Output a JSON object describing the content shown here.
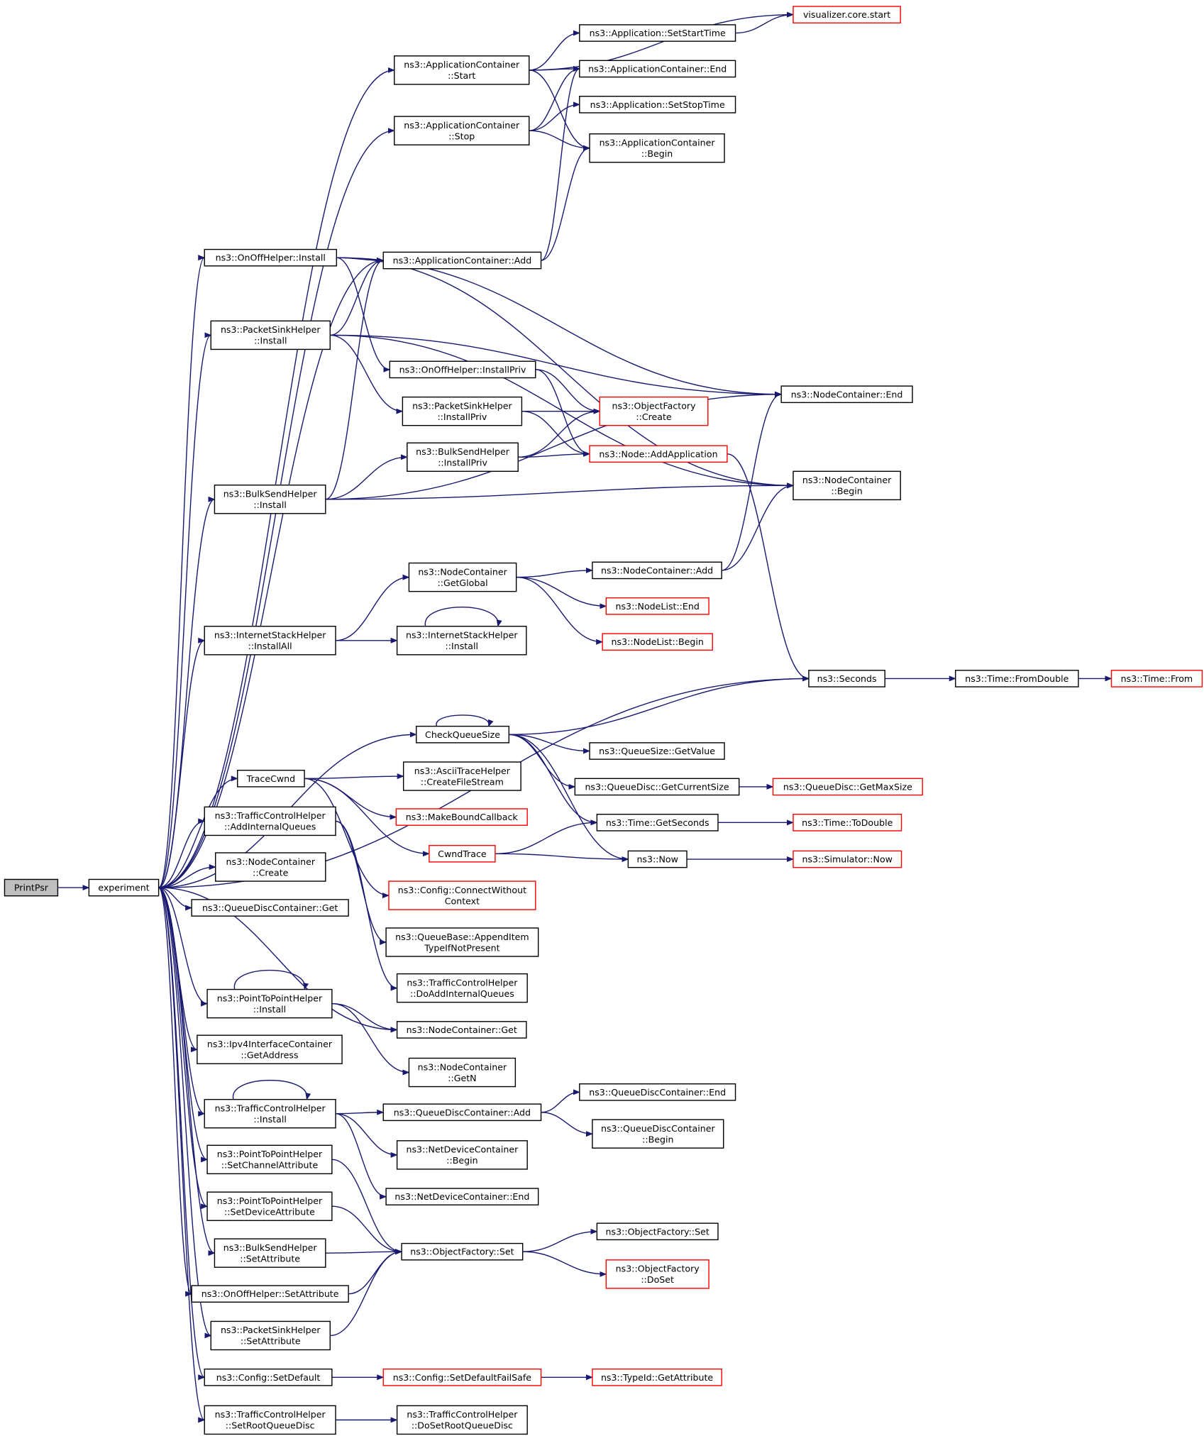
{
  "colors": {
    "edge": "#191970",
    "black_border": "#000000",
    "red_border": "#ff0000",
    "focus_fill": "#bfbfbf",
    "node_fill": "#ffffff"
  },
  "diagram": {
    "nodes": [
      {
        "id": "printpsr",
        "lines": [
          "PrintPsr"
        ],
        "style": "focus"
      },
      {
        "id": "experiment",
        "lines": [
          "experiment"
        ],
        "style": "black"
      },
      {
        "id": "visualizer",
        "lines": [
          "visualizer.core.start"
        ],
        "style": "red"
      },
      {
        "id": "app_setstart",
        "lines": [
          "ns3::Application::SetStartTime"
        ],
        "style": "black"
      },
      {
        "id": "appc_start",
        "lines": [
          "ns3::ApplicationContainer",
          "::Start"
        ],
        "style": "black"
      },
      {
        "id": "appc_end",
        "lines": [
          "ns3::ApplicationContainer::End"
        ],
        "style": "black"
      },
      {
        "id": "app_setstop",
        "lines": [
          "ns3::Application::SetStopTime"
        ],
        "style": "black"
      },
      {
        "id": "appc_stop",
        "lines": [
          "ns3::ApplicationContainer",
          "::Stop"
        ],
        "style": "black"
      },
      {
        "id": "appc_begin",
        "lines": [
          "ns3::ApplicationContainer",
          "::Begin"
        ],
        "style": "black"
      },
      {
        "id": "onoff_install",
        "lines": [
          "ns3::OnOffHelper::Install"
        ],
        "style": "black"
      },
      {
        "id": "appc_add",
        "lines": [
          "ns3::ApplicationContainer::Add"
        ],
        "style": "black"
      },
      {
        "id": "psink_install",
        "lines": [
          "ns3::PacketSinkHelper",
          "::Install"
        ],
        "style": "black"
      },
      {
        "id": "onoff_installpriv",
        "lines": [
          "ns3::OnOffHelper::InstallPriv"
        ],
        "style": "black"
      },
      {
        "id": "nc_end",
        "lines": [
          "ns3::NodeContainer::End"
        ],
        "style": "black"
      },
      {
        "id": "psink_installpriv",
        "lines": [
          "ns3::PacketSinkHelper",
          "::InstallPriv"
        ],
        "style": "black"
      },
      {
        "id": "objfac_create",
        "lines": [
          "ns3::ObjectFactory",
          "::Create"
        ],
        "style": "red"
      },
      {
        "id": "bulk_installpriv",
        "lines": [
          "ns3::BulkSendHelper",
          "::InstallPriv"
        ],
        "style": "black"
      },
      {
        "id": "node_addapp",
        "lines": [
          "ns3::Node::AddApplication"
        ],
        "style": "red"
      },
      {
        "id": "nc_begin",
        "lines": [
          "ns3::NodeContainer",
          "::Begin"
        ],
        "style": "black"
      },
      {
        "id": "bulk_install",
        "lines": [
          "ns3::BulkSendHelper",
          "::Install"
        ],
        "style": "black"
      },
      {
        "id": "nc_getglobal",
        "lines": [
          "ns3::NodeContainer",
          "::GetGlobal"
        ],
        "style": "black"
      },
      {
        "id": "nc_add",
        "lines": [
          "ns3::NodeContainer::Add"
        ],
        "style": "black"
      },
      {
        "id": "nodelist_end",
        "lines": [
          "ns3::NodeList::End"
        ],
        "style": "red"
      },
      {
        "id": "ish_installall",
        "lines": [
          "ns3::InternetStackHelper",
          "::InstallAll"
        ],
        "style": "black"
      },
      {
        "id": "ish_install",
        "lines": [
          "ns3::InternetStackHelper",
          "::Install"
        ],
        "style": "black"
      },
      {
        "id": "nodelist_begin",
        "lines": [
          "ns3::NodeList::Begin"
        ],
        "style": "red"
      },
      {
        "id": "seconds",
        "lines": [
          "ns3::Seconds"
        ],
        "style": "black"
      },
      {
        "id": "time_fromdouble",
        "lines": [
          "ns3::Time::FromDouble"
        ],
        "style": "black"
      },
      {
        "id": "time_from",
        "lines": [
          "ns3::Time::From"
        ],
        "style": "red"
      },
      {
        "id": "checkqueuesize",
        "lines": [
          "CheckQueueSize"
        ],
        "style": "black"
      },
      {
        "id": "qs_getvalue",
        "lines": [
          "ns3::QueueSize::GetValue"
        ],
        "style": "black"
      },
      {
        "id": "tracecwnd",
        "lines": [
          "TraceCwnd"
        ],
        "style": "black"
      },
      {
        "id": "ascii_create",
        "lines": [
          "ns3::AsciiTraceHelper",
          "::CreateFileStream"
        ],
        "style": "black"
      },
      {
        "id": "qd_getcurrent",
        "lines": [
          "ns3::QueueDisc::GetCurrentSize"
        ],
        "style": "black"
      },
      {
        "id": "qd_getmax",
        "lines": [
          "ns3::QueueDisc::GetMaxSize"
        ],
        "style": "red"
      },
      {
        "id": "tch_addinternal",
        "lines": [
          "ns3::TrafficControlHelper",
          "::AddInternalQueues"
        ],
        "style": "black"
      },
      {
        "id": "makebound",
        "lines": [
          "ns3::MakeBoundCallback"
        ],
        "style": "red"
      },
      {
        "id": "time_getseconds",
        "lines": [
          "ns3::Time::GetSeconds"
        ],
        "style": "black"
      },
      {
        "id": "time_todouble",
        "lines": [
          "ns3::Time::ToDouble"
        ],
        "style": "red"
      },
      {
        "id": "cwndtrace",
        "lines": [
          "CwndTrace"
        ],
        "style": "red"
      },
      {
        "id": "nc_create",
        "lines": [
          "ns3::NodeContainer",
          "::Create"
        ],
        "style": "black"
      },
      {
        "id": "now",
        "lines": [
          "ns3::Now"
        ],
        "style": "black"
      },
      {
        "id": "sim_now",
        "lines": [
          "ns3::Simulator::Now"
        ],
        "style": "red"
      },
      {
        "id": "qdc_get",
        "lines": [
          "ns3::QueueDiscContainer::Get"
        ],
        "style": "black"
      },
      {
        "id": "config_connect",
        "lines": [
          "ns3::Config::ConnectWithout",
          "Context"
        ],
        "style": "red"
      },
      {
        "id": "qb_append",
        "lines": [
          "ns3::QueueBase::AppendItem",
          "TypeIfNotPresent"
        ],
        "style": "black"
      },
      {
        "id": "tch_doadd",
        "lines": [
          "ns3::TrafficControlHelper",
          "::DoAddInternalQueues"
        ],
        "style": "black"
      },
      {
        "id": "p2p_install",
        "lines": [
          "ns3::PointToPointHelper",
          "::Install"
        ],
        "style": "black"
      },
      {
        "id": "nc_get",
        "lines": [
          "ns3::NodeContainer::Get"
        ],
        "style": "black"
      },
      {
        "id": "ipv4_getaddr",
        "lines": [
          "ns3::Ipv4InterfaceContainer",
          "::GetAddress"
        ],
        "style": "black"
      },
      {
        "id": "nc_getn",
        "lines": [
          "ns3::NodeContainer",
          "::GetN"
        ],
        "style": "black"
      },
      {
        "id": "qdc_end",
        "lines": [
          "ns3::QueueDiscContainer::End"
        ],
        "style": "black"
      },
      {
        "id": "tch_install",
        "lines": [
          "ns3::TrafficControlHelper",
          "::Install"
        ],
        "style": "black"
      },
      {
        "id": "qdc_add",
        "lines": [
          "ns3::QueueDiscContainer::Add"
        ],
        "style": "black"
      },
      {
        "id": "qdc_begin",
        "lines": [
          "ns3::QueueDiscContainer",
          "::Begin"
        ],
        "style": "black"
      },
      {
        "id": "ndc_begin",
        "lines": [
          "ns3::NetDeviceContainer",
          "::Begin"
        ],
        "style": "black"
      },
      {
        "id": "p2p_setchan",
        "lines": [
          "ns3::PointToPointHelper",
          "::SetChannelAttribute"
        ],
        "style": "black"
      },
      {
        "id": "ndc_end",
        "lines": [
          "ns3::NetDeviceContainer::End"
        ],
        "style": "black"
      },
      {
        "id": "p2p_setdev",
        "lines": [
          "ns3::PointToPointHelper",
          "::SetDeviceAttribute"
        ],
        "style": "black"
      },
      {
        "id": "objfac_set",
        "lines": [
          "ns3::ObjectFactory::Set"
        ],
        "style": "black"
      },
      {
        "id": "objfac_set2",
        "lines": [
          "ns3::ObjectFactory::Set"
        ],
        "style": "black"
      },
      {
        "id": "bulk_setattr",
        "lines": [
          "ns3::BulkSendHelper",
          "::SetAttribute"
        ],
        "style": "black"
      },
      {
        "id": "objfac_doset",
        "lines": [
          "ns3::ObjectFactory",
          "::DoSet"
        ],
        "style": "red"
      },
      {
        "id": "onoff_setattr",
        "lines": [
          "ns3::OnOffHelper::SetAttribute"
        ],
        "style": "black"
      },
      {
        "id": "psink_setattr",
        "lines": [
          "ns3::PacketSinkHelper",
          "::SetAttribute"
        ],
        "style": "black"
      },
      {
        "id": "config_setdefault",
        "lines": [
          "ns3::Config::SetDefault"
        ],
        "style": "black"
      },
      {
        "id": "config_setdefaultfs",
        "lines": [
          "ns3::Config::SetDefaultFailSafe"
        ],
        "style": "red"
      },
      {
        "id": "typeid_getattr",
        "lines": [
          "ns3::TypeId::GetAttribute"
        ],
        "style": "red"
      },
      {
        "id": "tch_setroot",
        "lines": [
          "ns3::TrafficControlHelper",
          "::SetRootQueueDisc"
        ],
        "style": "black"
      },
      {
        "id": "tch_dosetroot",
        "lines": [
          "ns3::TrafficControlHelper",
          "::DoSetRootQueueDisc"
        ],
        "style": "black"
      }
    ],
    "edges": [
      [
        "printpsr",
        "experiment"
      ],
      [
        "experiment",
        "appc_start"
      ],
      [
        "experiment",
        "appc_stop"
      ],
      [
        "experiment",
        "onoff_install"
      ],
      [
        "experiment",
        "appc_add"
      ],
      [
        "experiment",
        "psink_install"
      ],
      [
        "experiment",
        "bulk_install"
      ],
      [
        "experiment",
        "ish_installall"
      ],
      [
        "experiment",
        "seconds"
      ],
      [
        "experiment",
        "checkqueuesize"
      ],
      [
        "experiment",
        "tracecwnd"
      ],
      [
        "experiment",
        "tch_addinternal"
      ],
      [
        "experiment",
        "nc_create"
      ],
      [
        "experiment",
        "qdc_get"
      ],
      [
        "experiment",
        "nc_get"
      ],
      [
        "experiment",
        "p2p_install"
      ],
      [
        "experiment",
        "ipv4_getaddr"
      ],
      [
        "experiment",
        "tch_install"
      ],
      [
        "experiment",
        "p2p_setchan"
      ],
      [
        "experiment",
        "p2p_setdev"
      ],
      [
        "experiment",
        "bulk_setattr"
      ],
      [
        "experiment",
        "onoff_setattr"
      ],
      [
        "experiment",
        "psink_setattr"
      ],
      [
        "experiment",
        "config_setdefault"
      ],
      [
        "experiment",
        "tch_setroot"
      ],
      [
        "appc_start",
        "visualizer"
      ],
      [
        "appc_start",
        "app_setstart"
      ],
      [
        "appc_start",
        "appc_end"
      ],
      [
        "appc_start",
        "appc_begin"
      ],
      [
        "app_setstart",
        "visualizer"
      ],
      [
        "appc_stop",
        "app_setstop"
      ],
      [
        "appc_stop",
        "appc_end"
      ],
      [
        "appc_stop",
        "appc_begin"
      ],
      [
        "onoff_install",
        "appc_add"
      ],
      [
        "onoff_install",
        "nc_end"
      ],
      [
        "onoff_install",
        "nc_begin"
      ],
      [
        "onoff_install",
        "onoff_installpriv"
      ],
      [
        "appc_add",
        "appc_end"
      ],
      [
        "appc_add",
        "appc_begin"
      ],
      [
        "psink_install",
        "appc_add"
      ],
      [
        "psink_install",
        "nc_end"
      ],
      [
        "psink_install",
        "nc_begin"
      ],
      [
        "psink_install",
        "psink_installpriv"
      ],
      [
        "onoff_installpriv",
        "objfac_create"
      ],
      [
        "onoff_installpriv",
        "node_addapp"
      ],
      [
        "psink_installpriv",
        "objfac_create"
      ],
      [
        "psink_installpriv",
        "node_addapp"
      ],
      [
        "bulk_installpriv",
        "objfac_create"
      ],
      [
        "bulk_installpriv",
        "node_addapp"
      ],
      [
        "node_addapp",
        "seconds"
      ],
      [
        "bulk_install",
        "appc_add"
      ],
      [
        "bulk_install",
        "bulk_installpriv"
      ],
      [
        "bulk_install",
        "nc_end"
      ],
      [
        "bulk_install",
        "nc_begin"
      ],
      [
        "nc_getglobal",
        "nc_add"
      ],
      [
        "nc_getglobal",
        "nodelist_end"
      ],
      [
        "nc_getglobal",
        "nodelist_begin"
      ],
      [
        "nc_add",
        "nc_end"
      ],
      [
        "nc_add",
        "nc_begin"
      ],
      [
        "ish_installall",
        "nc_getglobal"
      ],
      [
        "ish_installall",
        "ish_install"
      ],
      [
        "ish_install",
        "ish_install"
      ],
      [
        "seconds",
        "time_fromdouble"
      ],
      [
        "time_fromdouble",
        "time_from"
      ],
      [
        "checkqueuesize",
        "checkqueuesize"
      ],
      [
        "checkqueuesize",
        "seconds"
      ],
      [
        "checkqueuesize",
        "qs_getvalue"
      ],
      [
        "checkqueuesize",
        "qd_getcurrent"
      ],
      [
        "checkqueuesize",
        "time_getseconds"
      ],
      [
        "checkqueuesize",
        "now"
      ],
      [
        "qd_getcurrent",
        "qd_getmax"
      ],
      [
        "time_getseconds",
        "time_todouble"
      ],
      [
        "now",
        "sim_now"
      ],
      [
        "tracecwnd",
        "ascii_create"
      ],
      [
        "tracecwnd",
        "makebound"
      ],
      [
        "tracecwnd",
        "cwndtrace"
      ],
      [
        "tracecwnd",
        "config_connect"
      ],
      [
        "cwndtrace",
        "time_getseconds"
      ],
      [
        "cwndtrace",
        "now"
      ],
      [
        "tch_addinternal",
        "qb_append"
      ],
      [
        "tch_addinternal",
        "tch_doadd"
      ],
      [
        "p2p_install",
        "p2p_install"
      ],
      [
        "p2p_install",
        "nc_get"
      ],
      [
        "p2p_install",
        "nc_getn"
      ],
      [
        "tch_install",
        "tch_install"
      ],
      [
        "tch_install",
        "qdc_add"
      ],
      [
        "tch_install",
        "ndc_begin"
      ],
      [
        "tch_install",
        "ndc_end"
      ],
      [
        "qdc_add",
        "qdc_end"
      ],
      [
        "qdc_add",
        "qdc_begin"
      ],
      [
        "p2p_setchan",
        "objfac_set"
      ],
      [
        "p2p_setdev",
        "objfac_set"
      ],
      [
        "bulk_setattr",
        "objfac_set"
      ],
      [
        "onoff_setattr",
        "objfac_set"
      ],
      [
        "psink_setattr",
        "objfac_set"
      ],
      [
        "objfac_set",
        "objfac_set2"
      ],
      [
        "objfac_set",
        "objfac_doset"
      ],
      [
        "config_setdefault",
        "config_setdefaultfs"
      ],
      [
        "config_setdefaultfs",
        "typeid_getattr"
      ],
      [
        "tch_setroot",
        "tch_dosetroot"
      ]
    ]
  }
}
